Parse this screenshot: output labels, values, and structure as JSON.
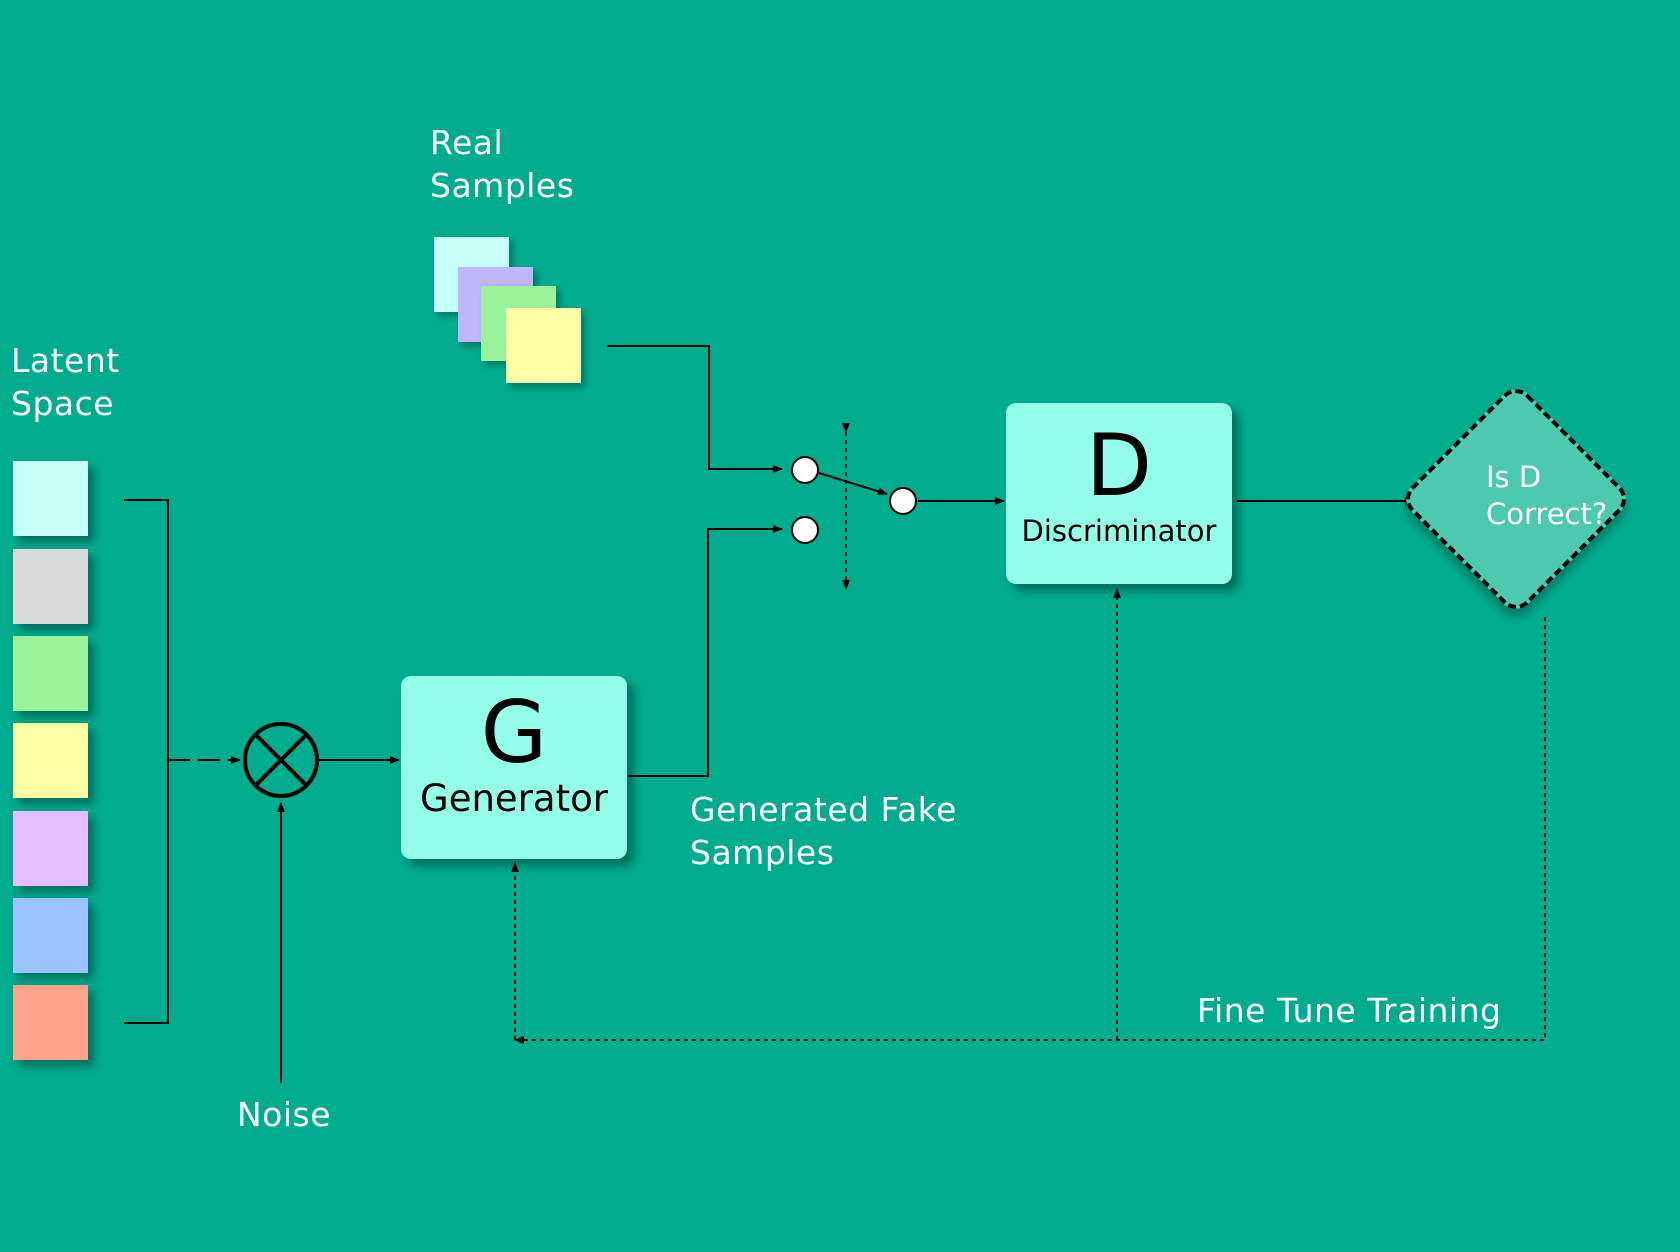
{
  "labels": {
    "real_samples": [
      "Real",
      "Samples"
    ],
    "latent_space": [
      "Latent",
      "Space"
    ],
    "noise": "Noise",
    "generated_fake_samples": [
      "Generated Fake",
      "Samples"
    ],
    "fine_tune_training": "Fine Tune Training"
  },
  "generator": {
    "letter": "G",
    "name": "Generator"
  },
  "discriminator": {
    "letter": "D",
    "name": "Discriminator"
  },
  "decision": {
    "lines": [
      "Is D",
      "Correct?"
    ]
  },
  "colors": {
    "background": "#00AB8E",
    "block_fill": "#94FFE7",
    "decision_fill": "#4CC9AE",
    "latent_squares": [
      "#C5FFF5",
      "#D9D9D9",
      "#9AF29A",
      "#FFFFA6",
      "#E6BEFF",
      "#99C2FF",
      "#FFA38C"
    ],
    "real_sample_squares": [
      "#C5FFF5",
      "#C0B5FF",
      "#9AF29A",
      "#FFFFA6"
    ]
  },
  "icons": {
    "mixer": "multiply-circle-icon",
    "switch": "switch-node-icon"
  }
}
